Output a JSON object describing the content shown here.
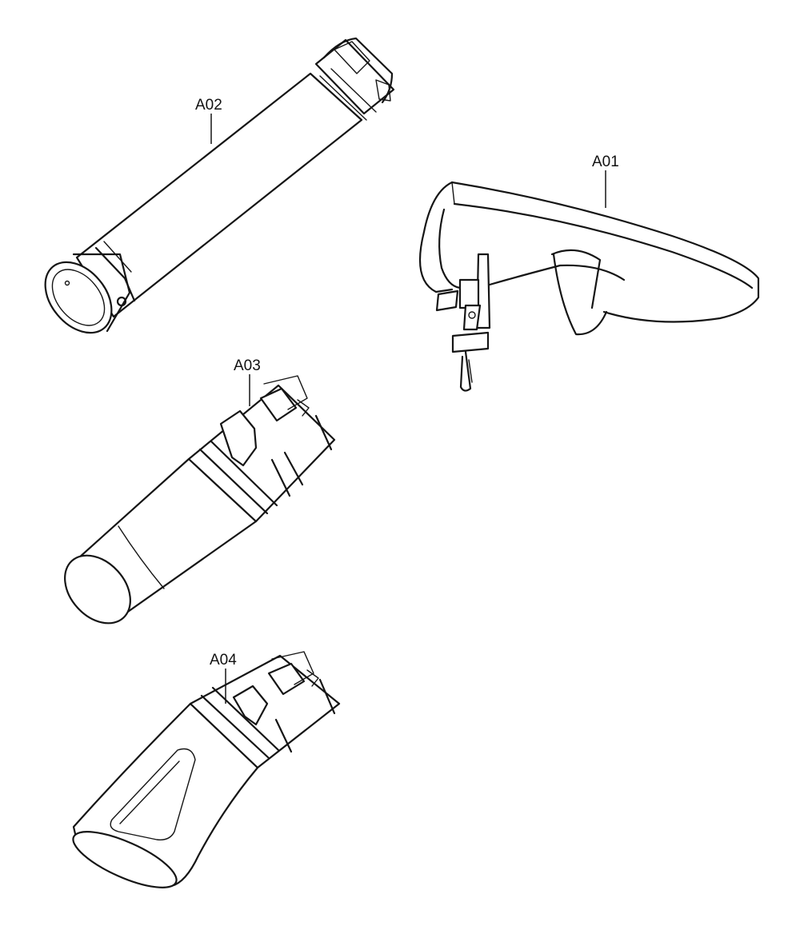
{
  "parts": [
    {
      "id": "a01",
      "label": "A01"
    },
    {
      "id": "a02",
      "label": "A02"
    },
    {
      "id": "a03",
      "label": "A03"
    },
    {
      "id": "a04",
      "label": "A04"
    }
  ],
  "colors": {
    "line": "#151515",
    "background": "#ffffff"
  }
}
